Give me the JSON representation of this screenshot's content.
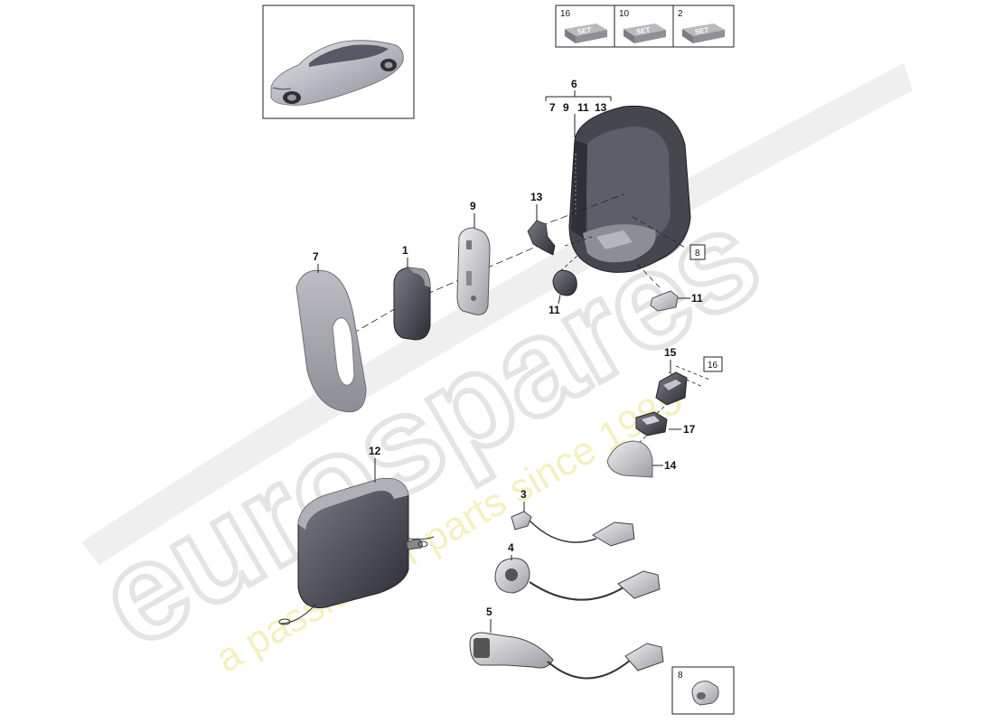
{
  "watermark": {
    "brand": "eurospares",
    "tagline": "a passion for parts since 1985"
  },
  "set_boxes": [
    {
      "qty": "16",
      "label": "SET"
    },
    {
      "qty": "10",
      "label": "SET"
    },
    {
      "qty": "2",
      "label": "SET"
    }
  ],
  "group": {
    "number": "6",
    "sub_numbers": [
      "7",
      "9",
      "11",
      "13"
    ]
  },
  "callouts": {
    "c1": "1",
    "c3": "3",
    "c4": "4",
    "c5": "5",
    "c7": "7",
    "c9": "9",
    "c11a": "11",
    "c11b": "11",
    "c12": "12",
    "c13": "13",
    "c14": "14",
    "c15": "15",
    "c17": "17"
  },
  "boxed_refs": {
    "ref8": "8",
    "ref16": "16",
    "inset8": "8"
  },
  "colors": {
    "part_dark": "#3a3a44",
    "part_mid": "#7a7a84",
    "part_light": "#c8c8cc",
    "watermark_grey": "#e6e6e6",
    "watermark_yellow": "#f4f1bf"
  }
}
